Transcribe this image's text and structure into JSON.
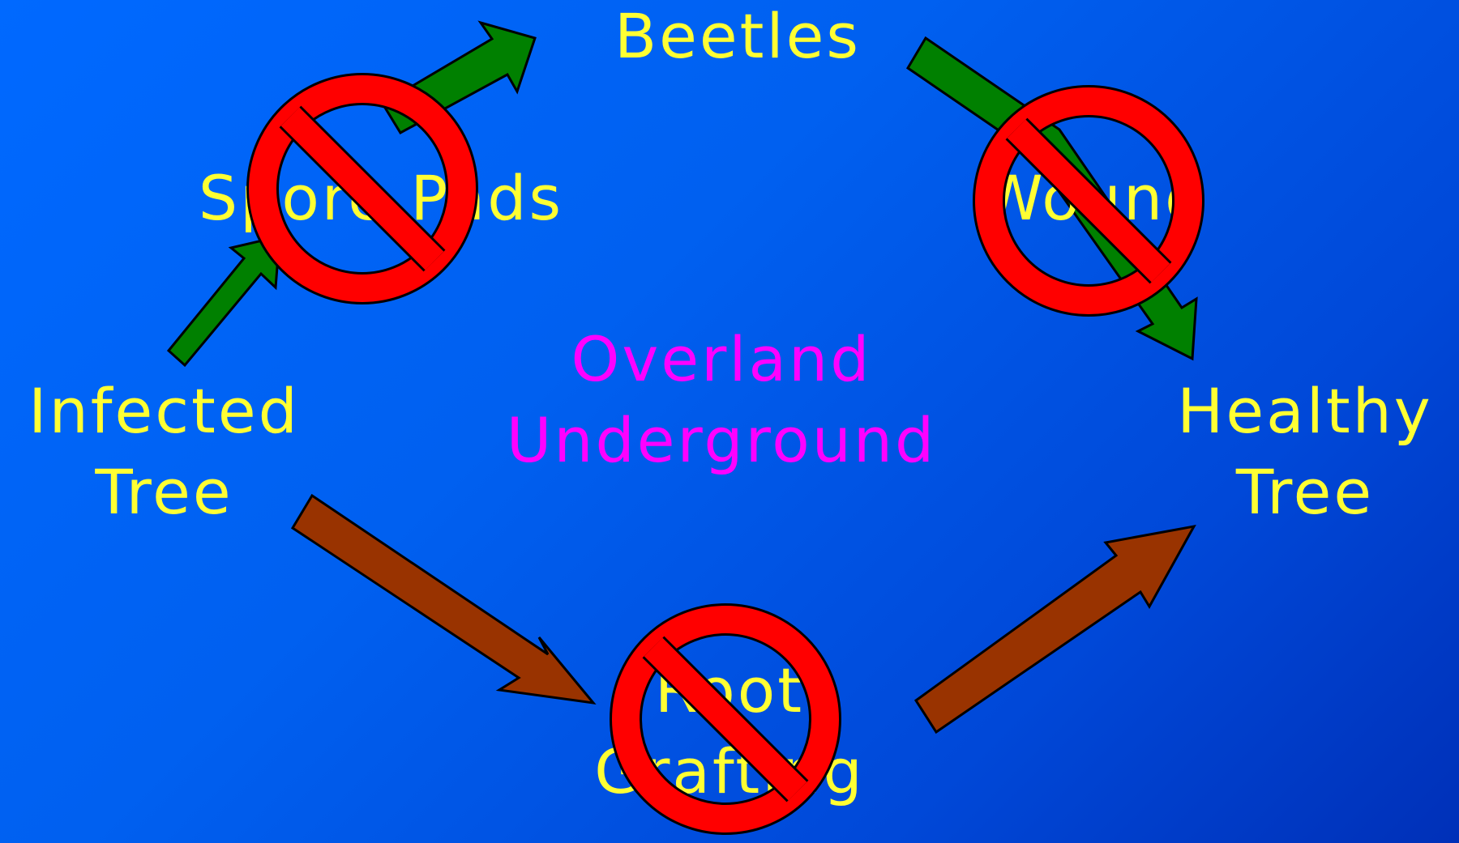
{
  "colors": {
    "background": "#0062f5",
    "label_text": "#ffff33",
    "center_text": "#ff00ff",
    "overland_arrow": "#008000",
    "underground_arrow": "#993300",
    "prohibition_sign": "#ff0000"
  },
  "nodes": {
    "beetles": "Beetles",
    "spore_pads": "Spore Pads",
    "wound": "Wound",
    "infected_tree": {
      "line1": "Infected",
      "line2": "Tree"
    },
    "healthy_tree": {
      "line1": "Healthy",
      "line2": "Tree"
    },
    "root_grafting": {
      "line1": "Root",
      "line2": "Grafting"
    }
  },
  "center": {
    "overland": "Overland",
    "underground": "Underground"
  },
  "arrows": [
    {
      "from": "infected_tree",
      "to": "spore_pads",
      "path": "overland",
      "blocked": false
    },
    {
      "from": "spore_pads",
      "to": "beetles",
      "path": "overland",
      "blocked": true
    },
    {
      "from": "beetles",
      "to": "wound",
      "path": "overland",
      "blocked": false
    },
    {
      "from": "wound",
      "to": "healthy_tree",
      "path": "overland",
      "blocked": true
    },
    {
      "from": "infected_tree",
      "to": "root_grafting",
      "path": "underground",
      "blocked": false
    },
    {
      "from": "root_grafting",
      "to": "healthy_tree",
      "path": "underground",
      "blocked": true
    }
  ],
  "icons": [
    "prohibition-icon",
    "arrow-icon"
  ]
}
